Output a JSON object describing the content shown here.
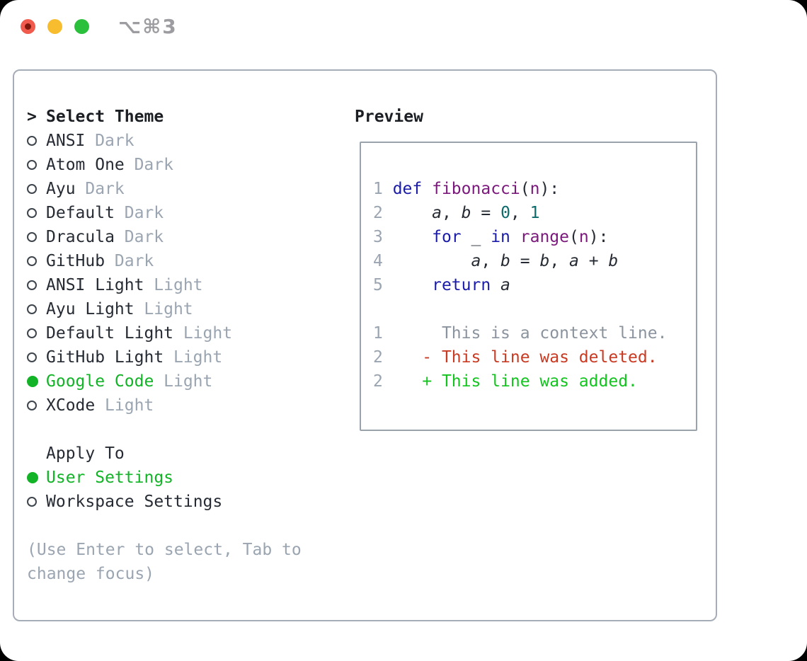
{
  "window": {
    "title": "⌥⌘3"
  },
  "colors": {
    "traffic_red": "#f15b4e",
    "traffic_red_dot": "#7e170c",
    "traffic_yellow": "#f8bd2e",
    "traffic_green": "#2ac03c",
    "selected_green": "#12b326",
    "added_green": "#13c41f",
    "deleted_red": "#c93a22",
    "keyword_blue": "#1a1ba8",
    "function_purple": "#7b187b",
    "literal_teal": "#0e6b6b",
    "muted_gray": "#9aa5b1",
    "context_gray": "#8b949e"
  },
  "theme_panel": {
    "header": {
      "prompt": ">",
      "label": "Select Theme"
    },
    "items": [
      {
        "label": "ANSI",
        "suffix": "Dark",
        "selected": false
      },
      {
        "label": "Atom One",
        "suffix": "Dark",
        "selected": false
      },
      {
        "label": "Ayu",
        "suffix": "Dark",
        "selected": false
      },
      {
        "label": "Default",
        "suffix": "Dark",
        "selected": false
      },
      {
        "label": "Dracula",
        "suffix": "Dark",
        "selected": false
      },
      {
        "label": "GitHub",
        "suffix": "Dark",
        "selected": false
      },
      {
        "label": "ANSI Light",
        "suffix": "Light",
        "selected": false
      },
      {
        "label": "Ayu Light",
        "suffix": "Light",
        "selected": false
      },
      {
        "label": "Default Light",
        "suffix": "Light",
        "selected": false
      },
      {
        "label": "GitHub Light",
        "suffix": "Light",
        "selected": false
      },
      {
        "label": "Google Code",
        "suffix": "Light",
        "selected": true
      },
      {
        "label": "XCode",
        "suffix": "Light",
        "selected": false
      }
    ],
    "apply_to": {
      "header": "Apply To",
      "items": [
        {
          "label": "User Settings",
          "selected": true
        },
        {
          "label": "Workspace Settings",
          "selected": false
        }
      ]
    },
    "hint": "(Use Enter to select, Tab to change focus)"
  },
  "preview": {
    "title": "Preview",
    "lines": [
      {
        "num": "1",
        "tokens": [
          {
            "t": "def",
            "c": "kw"
          },
          {
            "t": " ",
            "c": "pl"
          },
          {
            "t": "fibonacci",
            "c": "fn"
          },
          {
            "t": "(",
            "c": "pl"
          },
          {
            "t": "n",
            "c": "fn"
          },
          {
            "t": "):",
            "c": "pl"
          }
        ]
      },
      {
        "num": "2",
        "tokens": [
          {
            "t": "    ",
            "c": "pl"
          },
          {
            "t": "a",
            "c": "var"
          },
          {
            "t": ", ",
            "c": "pl"
          },
          {
            "t": "b",
            "c": "var"
          },
          {
            "t": " = ",
            "c": "pl"
          },
          {
            "t": "0",
            "c": "lit"
          },
          {
            "t": ", ",
            "c": "pl"
          },
          {
            "t": "1",
            "c": "lit"
          }
        ]
      },
      {
        "num": "3",
        "tokens": [
          {
            "t": "    ",
            "c": "pl"
          },
          {
            "t": "for",
            "c": "kw"
          },
          {
            "t": " _ ",
            "c": "pl"
          },
          {
            "t": "in",
            "c": "kw"
          },
          {
            "t": " ",
            "c": "pl"
          },
          {
            "t": "range",
            "c": "fn"
          },
          {
            "t": "(",
            "c": "pl"
          },
          {
            "t": "n",
            "c": "fn"
          },
          {
            "t": "):",
            "c": "pl"
          }
        ]
      },
      {
        "num": "4",
        "tokens": [
          {
            "t": "        ",
            "c": "pl"
          },
          {
            "t": "a",
            "c": "var"
          },
          {
            "t": ", ",
            "c": "pl"
          },
          {
            "t": "b",
            "c": "var"
          },
          {
            "t": " = ",
            "c": "pl"
          },
          {
            "t": "b",
            "c": "var"
          },
          {
            "t": ", ",
            "c": "pl"
          },
          {
            "t": "a",
            "c": "var"
          },
          {
            "t": " + ",
            "c": "pl"
          },
          {
            "t": "b",
            "c": "var"
          }
        ]
      },
      {
        "num": "5",
        "tokens": [
          {
            "t": "    ",
            "c": "pl"
          },
          {
            "t": "return",
            "c": "kw"
          },
          {
            "t": " ",
            "c": "pl"
          },
          {
            "t": "a",
            "c": "var"
          }
        ]
      },
      {
        "num": "",
        "tokens": []
      },
      {
        "num": "1",
        "tokens": [
          {
            "t": "     This is a context line.",
            "c": "ctx"
          }
        ]
      },
      {
        "num": "2",
        "tokens": [
          {
            "t": "   - This line was deleted.",
            "c": "del"
          }
        ]
      },
      {
        "num": "2",
        "tokens": [
          {
            "t": "   + This line was added.",
            "c": "add"
          }
        ]
      }
    ]
  }
}
